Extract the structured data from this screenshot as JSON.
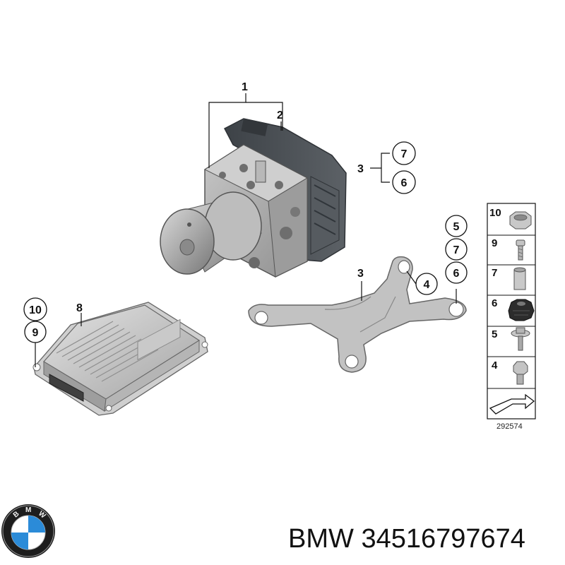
{
  "callouts": {
    "c1": "1",
    "c2": "2",
    "c3a": "3",
    "c3b": "3",
    "c7a": "7",
    "c6a": "6",
    "c5": "5",
    "c7b": "7",
    "c6b": "6",
    "c4": "4",
    "c8": "8",
    "c10": "10",
    "c9": "9"
  },
  "parts_list": {
    "items": [
      {
        "number": "10",
        "icon": "nut-icon"
      },
      {
        "number": "9",
        "icon": "screw-icon"
      },
      {
        "number": "7",
        "icon": "bushing-icon"
      },
      {
        "number": "6",
        "icon": "rubber-mount-icon"
      },
      {
        "number": "5",
        "icon": "flange-bolt-icon"
      },
      {
        "number": "4",
        "icon": "hex-bolt-icon"
      }
    ],
    "direction_icon": "forward-arrow-icon",
    "diagram_number": "292574"
  },
  "footer": {
    "brand": "BMW",
    "part_number": "34516797674",
    "logo_letters": "BMW"
  },
  "colors": {
    "metal": "#b9b9b9",
    "metal_dark": "#7a7a7a",
    "housing": "#4a4f55",
    "logo_blue": "#2b8bd8",
    "logo_ring": "#1d1d1d"
  }
}
